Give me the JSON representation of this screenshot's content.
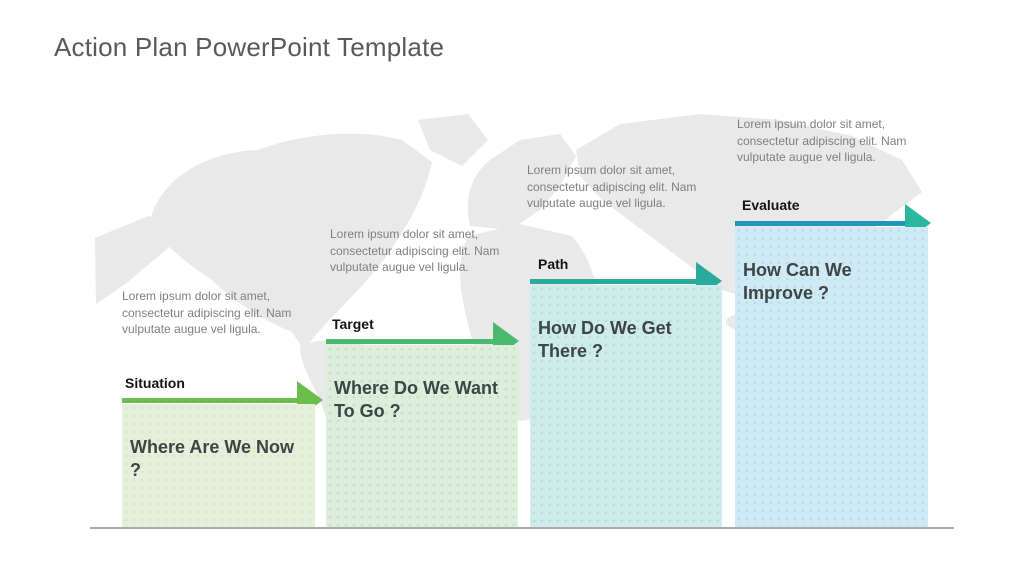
{
  "slide": {
    "title": "Action Plan PowerPoint Template"
  },
  "steps": [
    {
      "label": "Situation",
      "question": "Where Are We Now ?",
      "description": "Lorem ipsum dolor sit amet, consectetur adipiscing elit. Nam vulputate augue vel ligula.",
      "arrow_color": "#6cbe4b",
      "arrow_head_color": "#6cbe4b",
      "fill_color": "#e5f0db",
      "dot_color": "#d5e6c5"
    },
    {
      "label": "Target",
      "question": "Where Do We Want To Go ?",
      "description": "Lorem ipsum dolor sit amet, consectetur adipiscing elit. Nam vulputate augue vel ligula.",
      "arrow_color": "#4bb96d",
      "arrow_head_color": "#4bb96d",
      "fill_color": "#ddeedd",
      "dot_color": "#c6e1c6"
    },
    {
      "label": "Path",
      "question": "How Do We Get There ?",
      "description": "Lorem ipsum dolor sit amet, consectetur adipiscing elit. Nam vulputate augue vel ligula.",
      "arrow_color": "#29aa9c",
      "arrow_head_color": "#29aa9c",
      "fill_color": "#cdecea",
      "dot_color": "#b4ded9"
    },
    {
      "label": "Evaluate",
      "question": "How Can We Improve ?",
      "description": "Lorem ipsum dolor sit amet, consectetur adipiscing elit. Nam vulputate augue vel ligula.",
      "arrow_color": "#2197b4",
      "arrow_head_color": "#2bb79e",
      "fill_color": "#cfe9f5",
      "dot_color": "#b8dfee"
    }
  ],
  "decor": {
    "map_color": "#e9e9e9",
    "baseline_color": "#ababab",
    "title_color": "#595959"
  }
}
